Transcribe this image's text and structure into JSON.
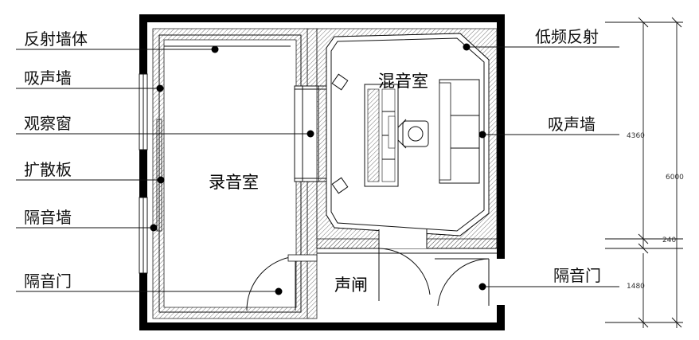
{
  "labels_left": [
    "反射墙体",
    "吸声墙",
    "观察窗",
    "扩散板",
    "隔音墙",
    "隔音门"
  ],
  "labels_right": [
    "低频反射",
    "吸声墙",
    "隔音门"
  ],
  "rooms": {
    "recording": "录音室",
    "mixing": "混音室",
    "sound_lock": "声闸"
  },
  "dimensions": {
    "d1": "4360",
    "d2": "6000",
    "d3": "240",
    "d4": "1480"
  },
  "colors": {
    "line": "#111111",
    "wall": "#000000",
    "hatch": "#444444"
  }
}
